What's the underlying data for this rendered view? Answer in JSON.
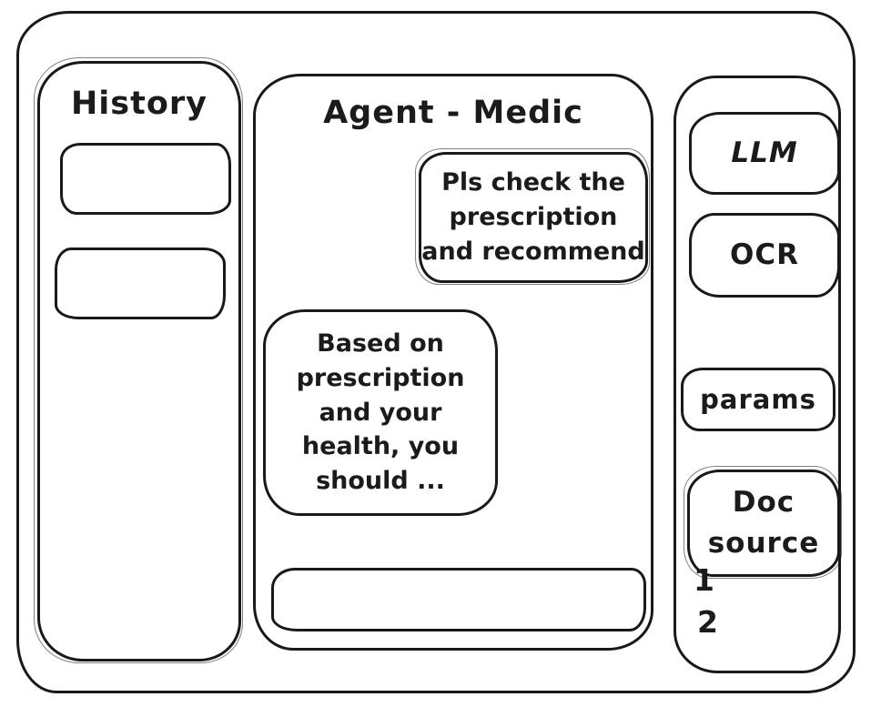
{
  "app": {
    "stroke_color": "#191919",
    "background_color": "#ffffff"
  },
  "history": {
    "title": "History",
    "items": [
      {
        "label": ""
      },
      {
        "label": ""
      }
    ]
  },
  "chat": {
    "title": "Agent - Medic",
    "messages": [
      {
        "role": "user",
        "text": "Pls check the\nprescription\nand recommend"
      },
      {
        "role": "agent",
        "text": "Based on\nprescription\nand your\nhealth, you\nshould ..."
      }
    ],
    "input": {
      "value": "",
      "placeholder": ""
    }
  },
  "tools": {
    "buttons": [
      {
        "id": "llm",
        "label": "LLM"
      },
      {
        "id": "ocr",
        "label": "OCR"
      },
      {
        "id": "params",
        "label": "params"
      },
      {
        "id": "doc-source",
        "label": "Doc\nsource"
      }
    ],
    "doc_source_items": [
      "1",
      "2"
    ]
  }
}
